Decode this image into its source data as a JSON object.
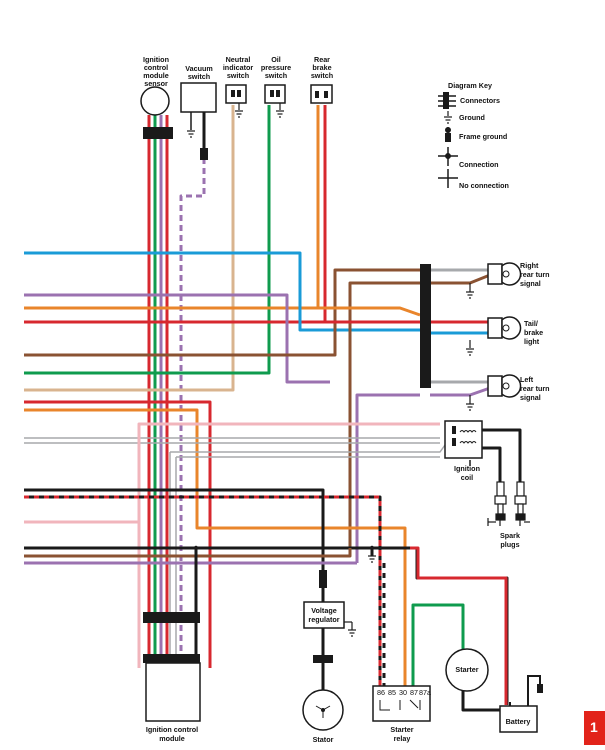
{
  "colors": {
    "red": "#d7282f",
    "green": "#0f9b4e",
    "blue": "#1a9bd7",
    "orange": "#e9852b",
    "purple": "#9b72b0",
    "brown": "#8a5232",
    "tan": "#d9b48f",
    "pink": "#f1b5bc",
    "black": "#1a1a1a",
    "gray": "#a7a9ac",
    "page_tab": "#e2231a"
  },
  "components": {
    "ignition_sensor": [
      "Ignition",
      "control",
      "module",
      "sensor"
    ],
    "vacuum_switch": [
      "Vacuum",
      "switch"
    ],
    "neutral_switch": [
      "Neutral",
      "indicator",
      "switch"
    ],
    "oil_switch": [
      "Oil",
      "pressure",
      "switch"
    ],
    "brake_switch": [
      "Rear",
      "brake",
      "switch"
    ],
    "right_turn": [
      "Right",
      "rear turn",
      "signal"
    ],
    "tail_light": [
      "Tail/",
      "brake",
      "light"
    ],
    "left_turn": [
      "Left",
      "rear turn",
      "signal"
    ],
    "ignition_coil": [
      "Ignition",
      "coil"
    ],
    "spark_plugs": [
      "Spark",
      "plugs"
    ],
    "voltage_regulator": [
      "Voltage",
      "regulator"
    ],
    "starter": "Starter",
    "battery": "Battery",
    "stator": "Stator",
    "starter_relay": [
      "Starter",
      "relay"
    ],
    "relay_pins": [
      "86",
      "85",
      "30",
      "87",
      "87a"
    ],
    "ignition_module": [
      "Ignition control",
      "module"
    ]
  },
  "legend": {
    "title": "Diagram Key",
    "items": [
      {
        "icon": "connector-icon",
        "label": "Connectors"
      },
      {
        "icon": "ground-icon",
        "label": "Ground"
      },
      {
        "icon": "frame-ground-icon",
        "label": "Frame ground"
      },
      {
        "icon": "connection-icon",
        "label": "Connection"
      },
      {
        "icon": "no-connection-icon",
        "label": "No connection"
      }
    ]
  },
  "page_number": "1"
}
